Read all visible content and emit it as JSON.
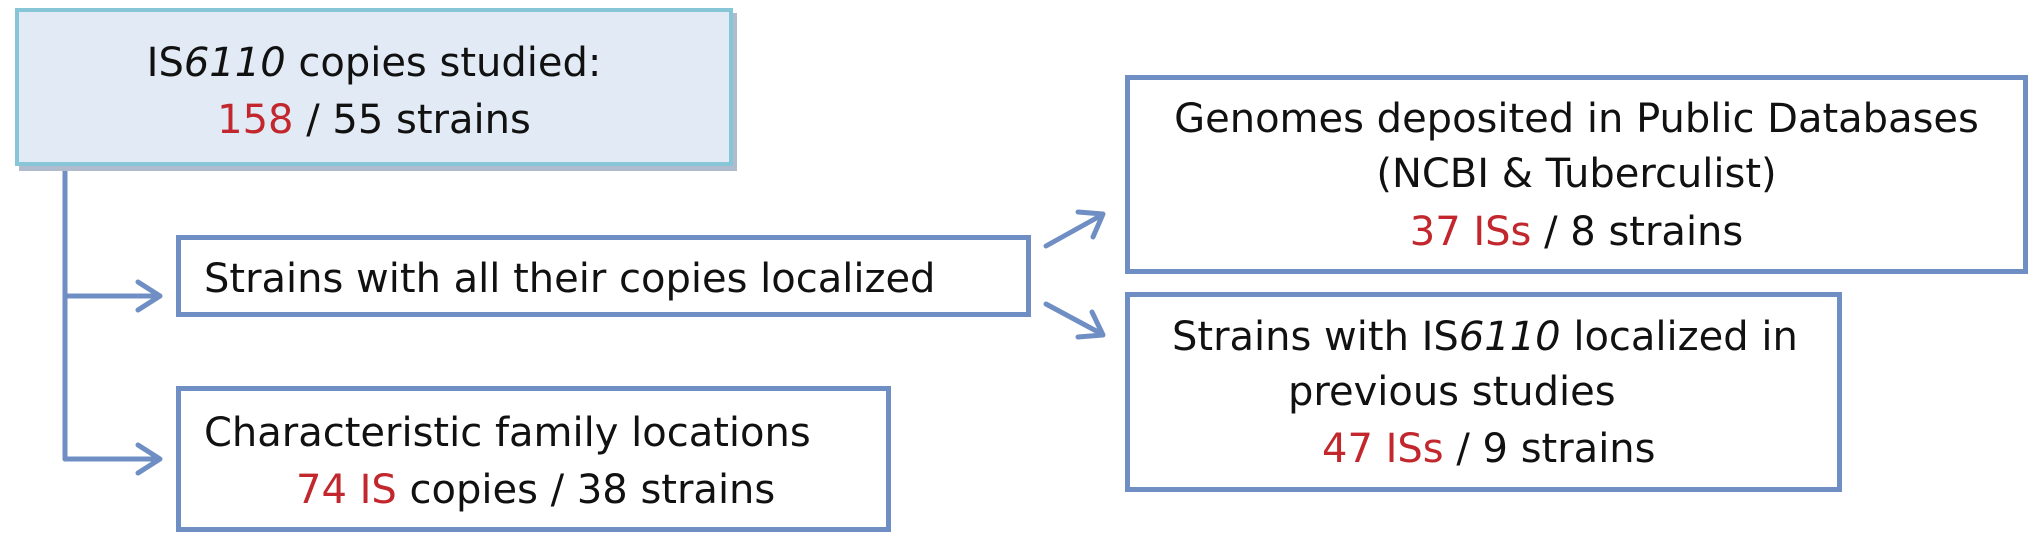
{
  "colors": {
    "box_border": "#6f8fc4",
    "main_fill": "#e2eaf5",
    "main_border": "#86c6d6",
    "highlight": "#c1272d",
    "arrow": "#6f8fc4"
  },
  "main": {
    "line1_prefix": "IS",
    "line1_italic": "6110",
    "line1_suffix": " copies studied:",
    "count": "158",
    "rest": " / 55 strains"
  },
  "all_copies": {
    "label": "Strains with all their copies localized"
  },
  "family": {
    "line1": "Characteristic family locations",
    "count": "74 IS",
    "rest": " copies / 38 strains"
  },
  "genomes": {
    "line1": "Genomes deposited in Public Databases",
    "line2": "(NCBI & Tuberculist)",
    "count": "37 ISs",
    "rest": " / 8 strains"
  },
  "previous": {
    "line1_prefix": "Strains with IS",
    "line1_italic": "6110",
    "line1_suffix": " localized in",
    "line2": "previous studies",
    "count": "47 ISs",
    "rest": " / 9 strains"
  }
}
